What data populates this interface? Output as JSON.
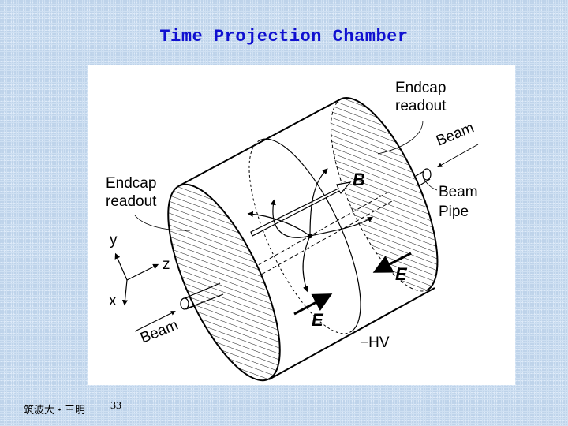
{
  "slide": {
    "title": "Time Projection Chamber",
    "footer_org": "筑波大・三明",
    "page_number": "33"
  },
  "diagram": {
    "labels": {
      "endcap_top_line1": "Endcap",
      "endcap_top_line2": "readout",
      "endcap_left_line1": "Endcap",
      "endcap_left_line2": "readout",
      "beam_right": "Beam",
      "beam_left": "Beam",
      "beam_pipe_line1": "Beam",
      "beam_pipe_line2": "Pipe",
      "hv": "−HV",
      "b_field": "B",
      "e_field_center": "E",
      "e_field_right": "E",
      "axis_x": "x",
      "axis_y": "y",
      "axis_z": "z"
    }
  }
}
